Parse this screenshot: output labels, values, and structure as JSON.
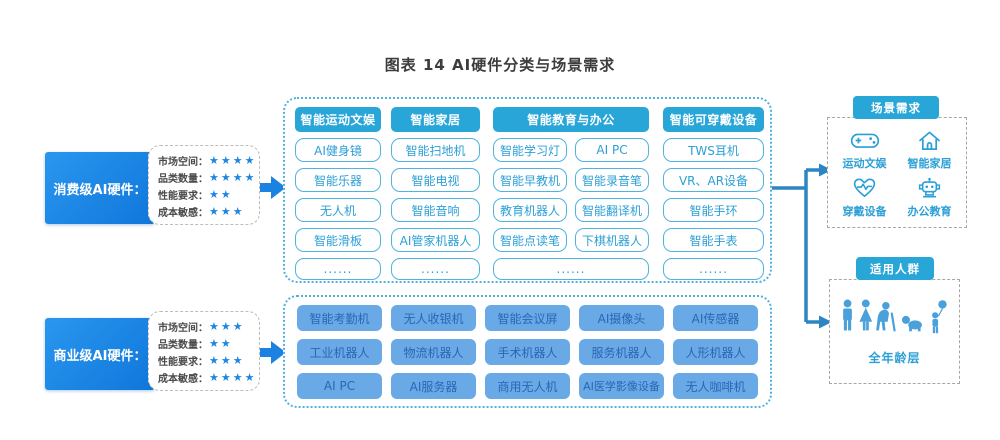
{
  "title": "图表 14 AI硬件分类与场景需求",
  "colors": {
    "brand_blue": "#1a87e8",
    "cyan_header": "#29a6d8",
    "chip_border": "#4fb3e2",
    "cell_blue": "#69a9e6",
    "connector": "#2d86c4",
    "star_blue": "#1e86e0"
  },
  "consumer": {
    "label": "消费级AI硬件：",
    "ratings": [
      {
        "name": "市场空间：",
        "stars": "★★★★"
      },
      {
        "name": "品类数量：",
        "stars": "★★★★"
      },
      {
        "name": "性能要求：",
        "stars": "★★"
      },
      {
        "name": "成本敏感：",
        "stars": "★★★"
      }
    ]
  },
  "commercial": {
    "label": "商业级AI硬件：",
    "ratings": [
      {
        "name": "市场空间：",
        "stars": "★★★"
      },
      {
        "name": "品类数量：",
        "stars": "★★"
      },
      {
        "name": "性能要求：",
        "stars": "★★★"
      },
      {
        "name": "成本敏感：",
        "stars": "★★★★"
      }
    ]
  },
  "consumer_grid": {
    "col1": {
      "header": "智能运动文娱",
      "items": [
        "AI健身镜",
        "智能乐器",
        "无人机",
        "智能滑板"
      ],
      "footer": "......"
    },
    "col2": {
      "header": "智能家居",
      "items": [
        "智能扫地机",
        "智能电视",
        "智能音响",
        "AI管家机器人"
      ],
      "footer": "......"
    },
    "col3": {
      "header": "智能教育与办公",
      "items_left": [
        "智能学习灯",
        "智能早教机",
        "教育机器人",
        "智能点读笔"
      ],
      "items_right": [
        "AI PC",
        "智能录音笔",
        "智能翻译机",
        "下棋机器人"
      ],
      "footer": "......"
    },
    "col4": {
      "header": "智能可穿戴设备",
      "items": [
        "TWS耳机",
        "VR、AR设备",
        "智能手环",
        "智能手表"
      ],
      "footer": "......"
    }
  },
  "commercial_grid": {
    "row1": [
      "智能考勤机",
      "无人收银机",
      "智能会议屏",
      "AI摄像头",
      "AI传感器"
    ],
    "row2": [
      "工业机器人",
      "物流机器人",
      "手术机器人",
      "服务机器人",
      "人形机器人"
    ],
    "row3": [
      "AI PC",
      "AI服务器",
      "商用无人机",
      "AI医学影像设备",
      "无人咖啡机"
    ]
  },
  "scene": {
    "header": "场景需求",
    "items": [
      {
        "label": "运动文娱",
        "icon": "gamepad-icon"
      },
      {
        "label": "智能家居",
        "icon": "home-icon"
      },
      {
        "label": "穿戴设备",
        "icon": "heart-pulse-icon"
      },
      {
        "label": "办公教育",
        "icon": "robot-icon"
      }
    ]
  },
  "audience": {
    "header": "适用人群",
    "label": "全年龄层",
    "icons": "people-all-ages-icon"
  }
}
